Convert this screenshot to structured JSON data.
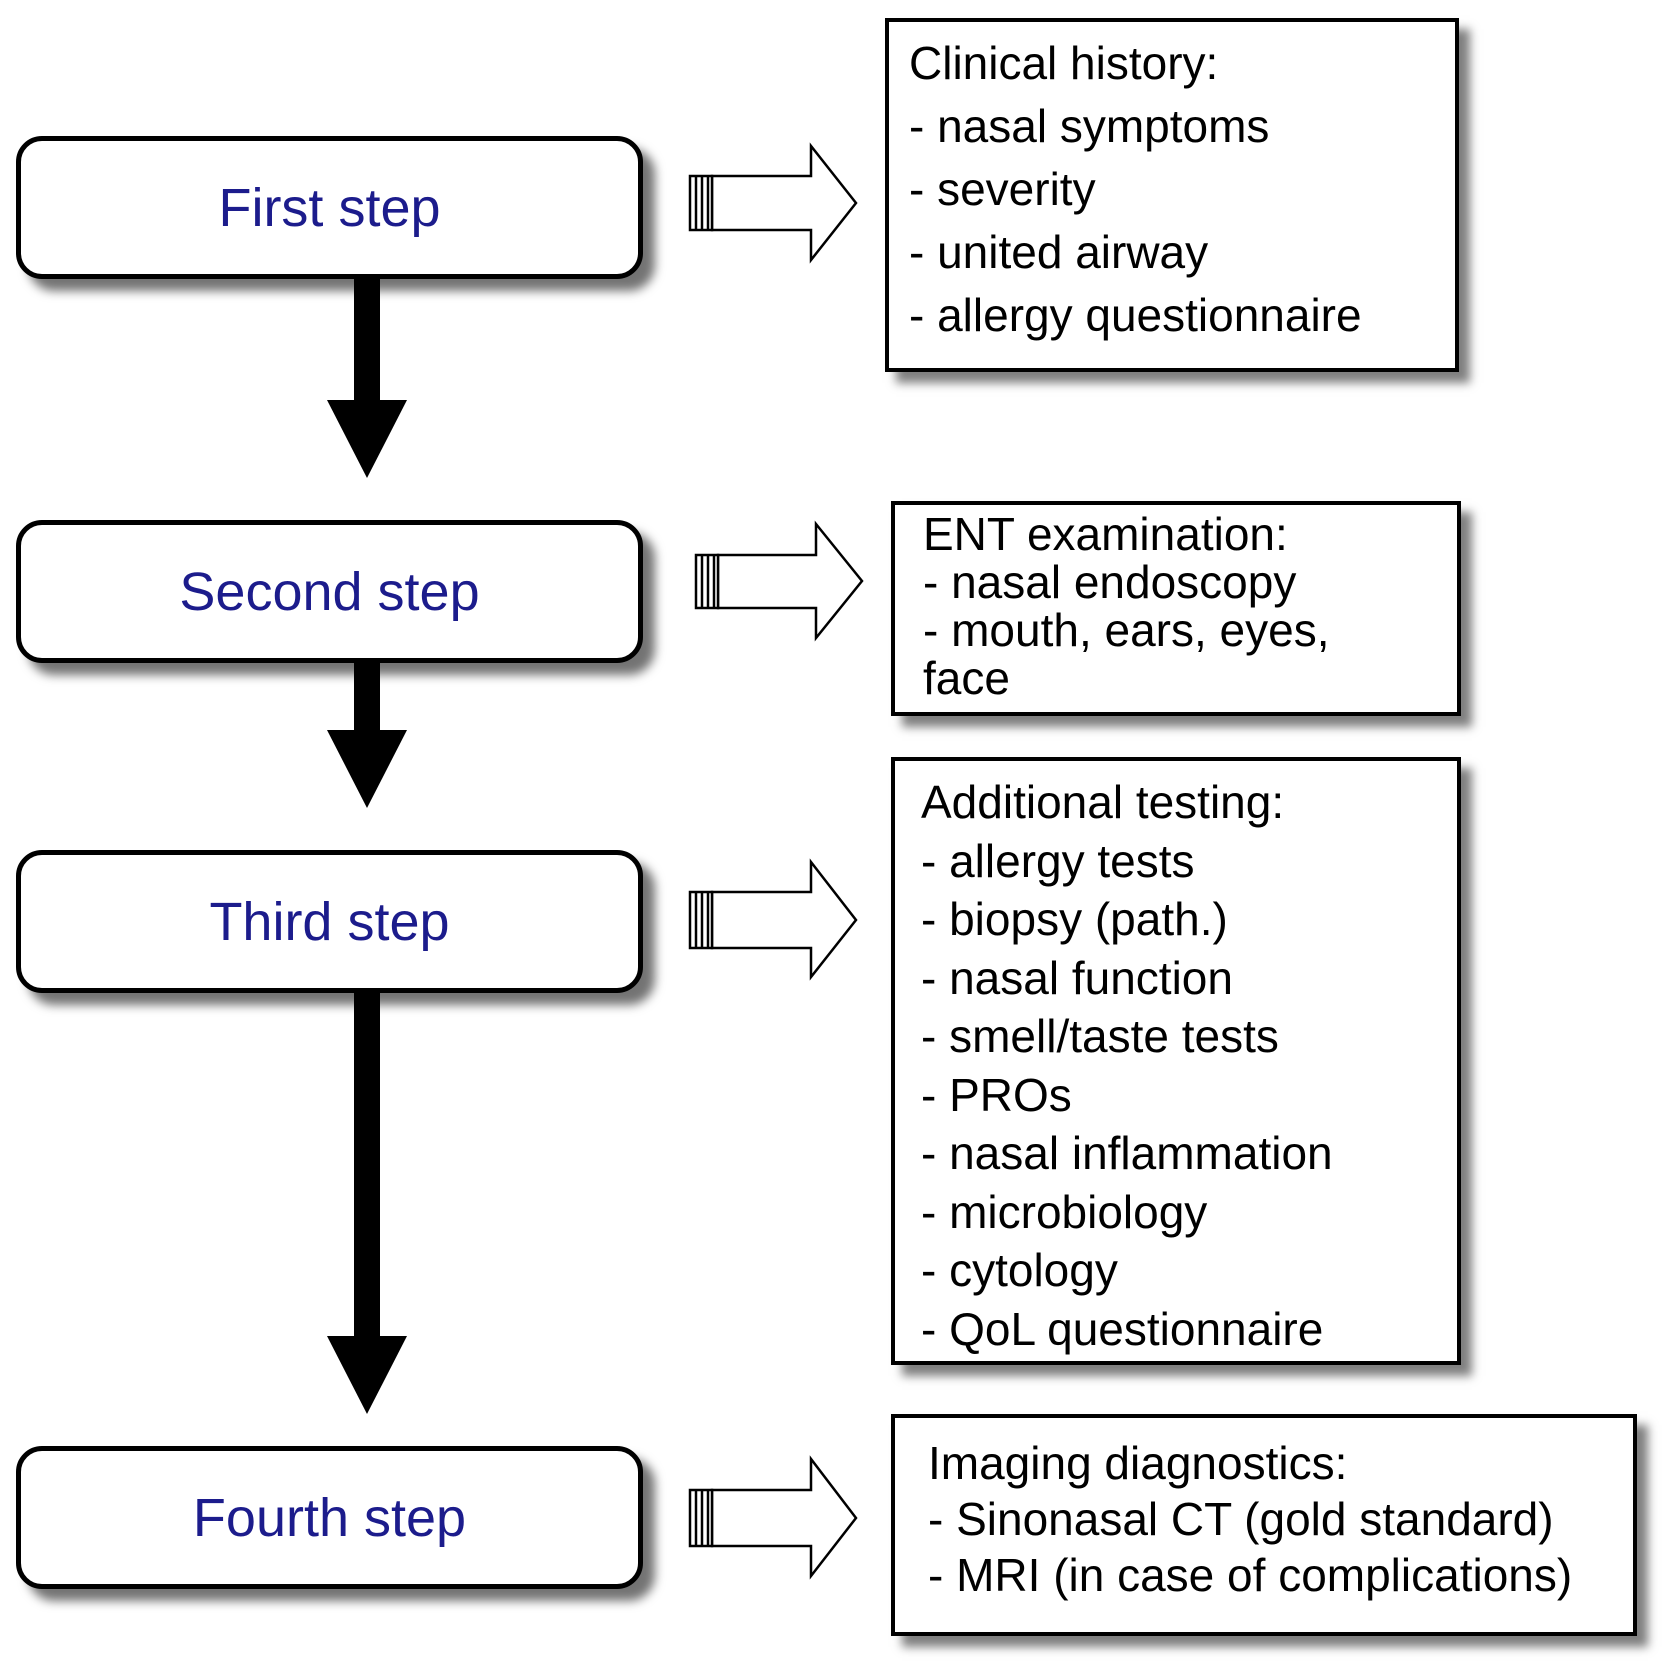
{
  "steps": [
    {
      "label": "First step"
    },
    {
      "label": "Second step"
    },
    {
      "label": "Third step"
    },
    {
      "label": "Fourth step"
    }
  ],
  "boxes": [
    {
      "title": "Clinical history:",
      "items": [
        "- nasal symptoms",
        "- severity",
        "- united airway",
        "- allergy questionnaire"
      ]
    },
    {
      "title": "ENT examination:",
      "items": [
        "- nasal endoscopy",
        "- mouth, ears, eyes,",
        "face"
      ]
    },
    {
      "title": "Additional testing:",
      "items": [
        "- allergy tests",
        "- biopsy (path.)",
        "- nasal function",
        "- smell/taste tests",
        "- PROs",
        "- nasal inflammation",
        "- microbiology",
        "- cytology",
        "- QoL questionnaire"
      ]
    },
    {
      "title": "Imaging diagnostics:",
      "items": [
        "- Sinonasal CT (gold standard)",
        "- MRI (in case of complications)"
      ]
    }
  ],
  "colors": {
    "step_text": "#1c1c8c",
    "border": "#000000",
    "background": "#ffffff"
  }
}
